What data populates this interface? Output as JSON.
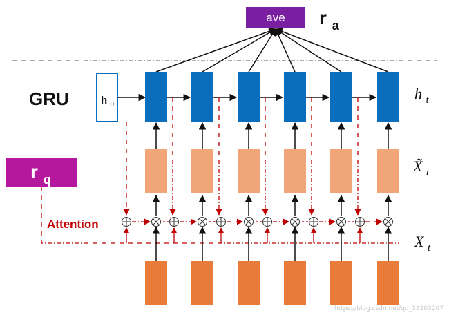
{
  "labels": {
    "ave": "ave",
    "ra_main": "r",
    "ra_sub": "a",
    "gru": "GRU",
    "h0_main": "h",
    "h0_sub": "0",
    "rq_main": "r",
    "rq_sub": "q",
    "attention": "Attention",
    "ht_main": "h",
    "ht_sub": "t",
    "xt_tilde_main": "X̃",
    "xt_tilde_sub": "t",
    "xt_main": "X",
    "xt_sub": "t"
  },
  "watermark": "https://blog.csdn.net/qq_38203207",
  "colors": {
    "ave_fill": "#7b1fa2",
    "rq_fill": "#b5179e",
    "gru_cell": "#0a6ebd",
    "xtilde_cell": "#f0a678",
    "x_cell": "#e97b3a",
    "attention_red": "#c00000",
    "arrow": "#111111"
  },
  "diagram": {
    "type": "GRU with attention",
    "timesteps": 6
  }
}
